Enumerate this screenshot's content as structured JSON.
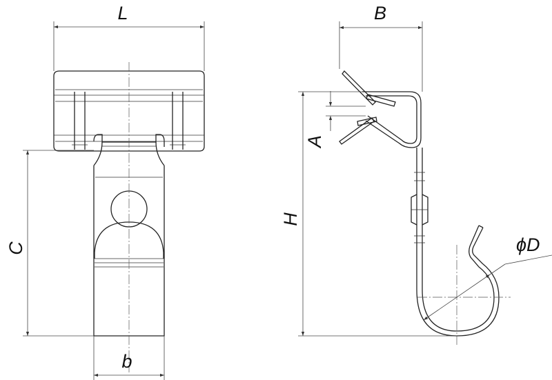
{
  "dimensions": {
    "L": "L",
    "C": "C",
    "b": "b",
    "B": "B",
    "A": "A",
    "H": "H",
    "D": "ϕD"
  },
  "colors": {
    "line": "#222222",
    "background": "#ffffff"
  }
}
